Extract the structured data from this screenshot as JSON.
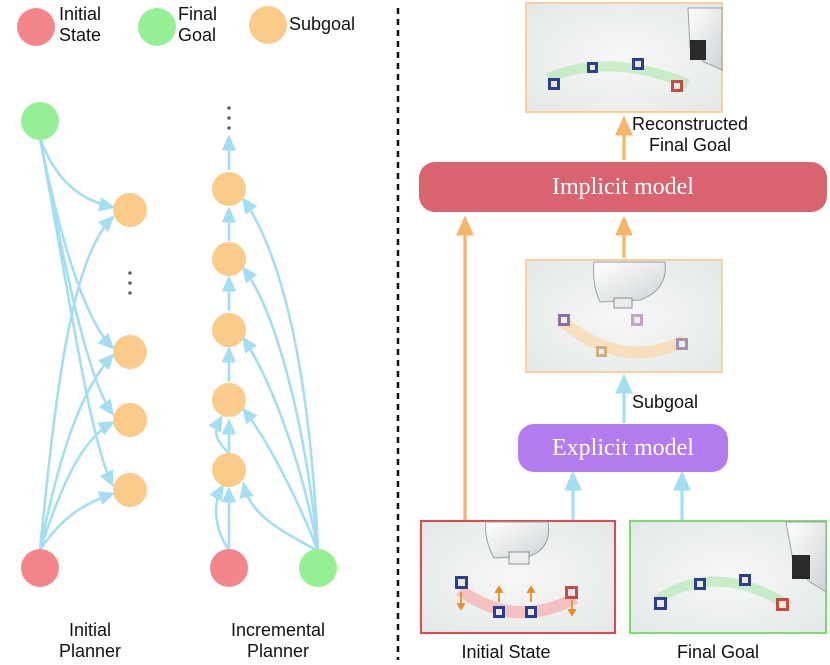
{
  "legend": {
    "initial_state": "Initial\nState",
    "final_goal": "Final\nGoal",
    "subgoal": "Subgoal"
  },
  "left_labels": {
    "initial_planner": "Initial\nPlanner",
    "incremental_planner": "Incremental\nPlanner"
  },
  "right": {
    "implicit_model": "Implicit model",
    "explicit_model": "Explicit model",
    "reconstructed_final_goal": "Reconstructed\nFinal Goal",
    "subgoal_label": "Subgoal",
    "initial_state_caption": "Initial State",
    "final_goal_caption": "Final Goal"
  },
  "colors": {
    "initial_state": "#f4858a",
    "final_goal": "#95ef94",
    "subgoal": "#fbcb8a",
    "arrow_blue": "#a4def3",
    "arrow_orange": "#f7b56a",
    "implicit_box": "#d96470",
    "explicit_box": "#b37bee",
    "frame_red": "#e5484b",
    "frame_green": "#7ddc6f",
    "frame_orange": "#f8cfa0"
  },
  "icons": [
    "ellipsis-icon",
    "vertical-ellipsis-icon",
    "robot-gripper-icon",
    "block-icon"
  ]
}
